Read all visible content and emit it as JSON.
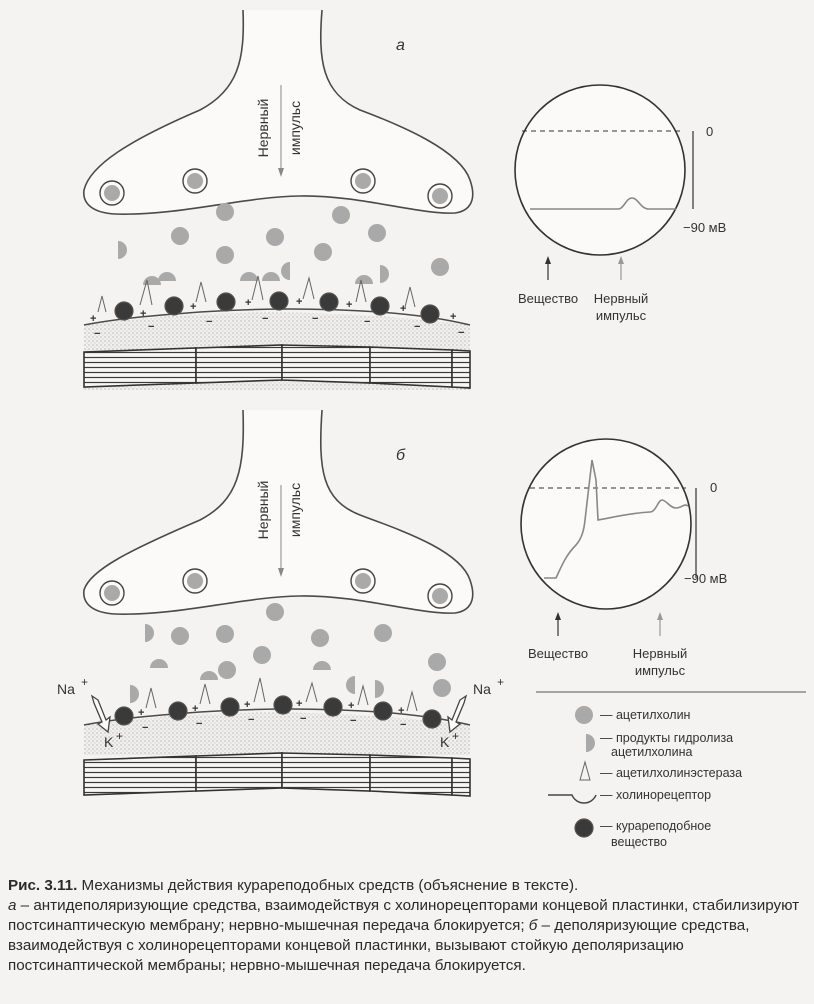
{
  "panel_a": {
    "letter": "а",
    "nerve_word1": "Нервный",
    "nerve_word2": "импульс",
    "scale_zero": "0",
    "scale_bottom": "−90 мВ",
    "arrow_substance": "Вещество",
    "arrow_impulse_1": "Нервный",
    "arrow_impulse_2": "импульс"
  },
  "panel_b": {
    "letter": "б",
    "nerve_word1": "Нервный",
    "nerve_word2": "импульс",
    "scale_zero": "0",
    "scale_bottom": "−90 мВ",
    "arrow_substance": "Вещество",
    "arrow_impulse_1": "Нервный",
    "arrow_impulse_2": "импульс",
    "na": "Na",
    "k": "K",
    "plus": "+"
  },
  "legend": {
    "acetylcholine": "— ацетилхолин",
    "hydrolysis_1": "— продукты гидролиза",
    "hydrolysis_2": "ацетилхолина",
    "esterase": "— ацетилхолинэстераза",
    "receptor": "— холинорецептор",
    "curare_1": "— курареподобное",
    "curare_2": "вещество"
  },
  "caption": {
    "number": "Рис. 3.11.",
    "title": " Механизмы действия курареподобных средств (объяснение в тексте).",
    "a_letter": "а",
    "a_text": " – антидеполяризующие средства, взаимодействуя с холинорецепторами концевой пластинки, стабилизируют постсинаптическую мембрану; нервно-мышечная передача блокируется; ",
    "b_letter": "б",
    "b_text": " – деполяризующие средства, взаимодействуя с холинорецепторами концевой пластинки, вызывают стойкую деполяризацию постсинаптической мембраны; нервно-мышечная передача блокируется."
  },
  "colors": {
    "background": "#f4f3f1",
    "acetylcholine": "#a9a9a9",
    "curare": "#3a3a3a",
    "line": "#4a4a4a"
  }
}
